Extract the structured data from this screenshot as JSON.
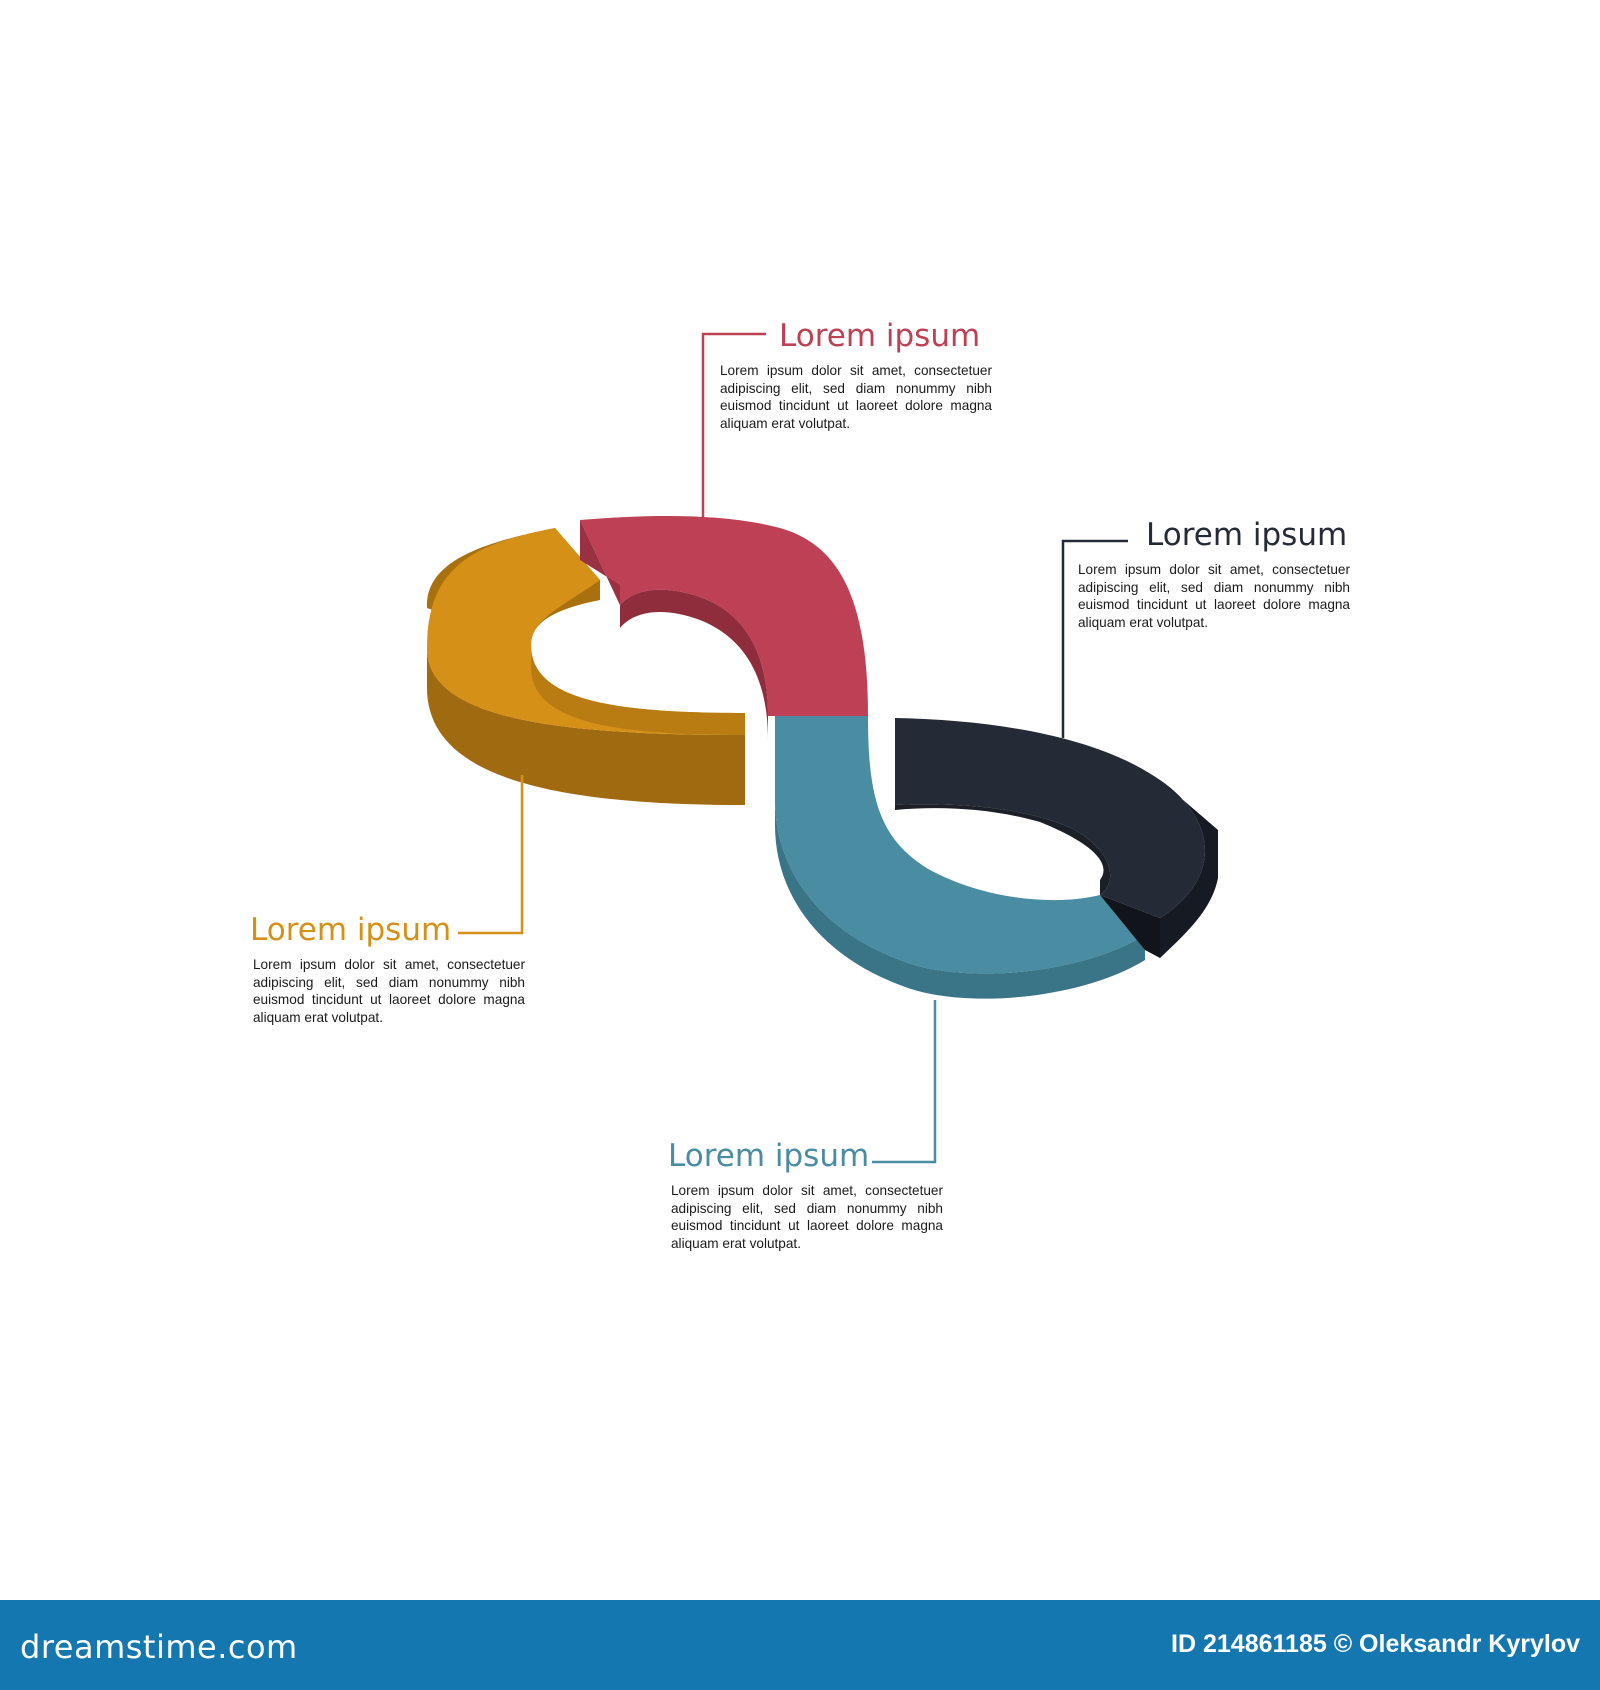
{
  "segments": [
    {
      "id": "red",
      "title": "Lorem ipsum",
      "color": "#be4055",
      "body": "Lorem ipsum dolor sit amet, consectetuer adipiscing elit, sed diam nonummy nibh euismod tincidunt ut laoreet dolore magna aliquam erat volutpat."
    },
    {
      "id": "dark",
      "title": "Lorem ipsum",
      "color": "#252b36",
      "body": "Lorem ipsum dolor sit amet, consectetuer adipiscing elit, sed diam nonummy nibh euismod tincidunt ut laoreet dolore magna aliquam erat volutpat."
    },
    {
      "id": "orange",
      "title": "Lorem ipsum",
      "color": "#d59017",
      "body": "Lorem ipsum dolor sit amet, consectetuer adipiscing elit, sed diam nonummy nibh euismod tincidunt ut laoreet dolore magna aliquam erat volutpat."
    },
    {
      "id": "teal",
      "title": "Lorem ipsum",
      "color": "#4a8ca2",
      "body": "Lorem ipsum dolor sit amet, consectetuer adipiscing elit, sed diam nonummy nibh euismod tincidunt ut laoreet dolore magna aliquam erat volutpat."
    }
  ],
  "footer": {
    "logo": "dreamstime.com",
    "credit": "ID 214861185 © Oleksandr Kyrylov",
    "background": "#1577b0"
  }
}
